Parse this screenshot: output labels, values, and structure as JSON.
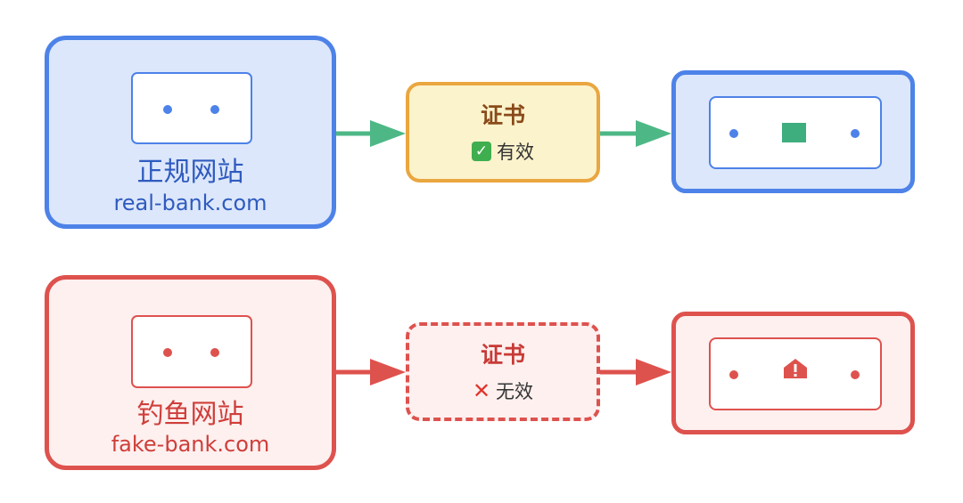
{
  "colors": {
    "legit_border": "#4d82e8",
    "legit_fill": "#dce7fb",
    "phish_border": "#de524e",
    "phish_fill": "#fdf0ef",
    "valid_cert_border": "#eaa63f",
    "valid_cert_fill": "#fbf3cc",
    "green_arrow": "#4db886",
    "red_arrow": "#de524e",
    "secure_square": "#3fae7f"
  },
  "legit_flow": {
    "site": {
      "name": "正规网站",
      "url": "real-bank.com",
      "icon": "device-icon"
    },
    "certificate": {
      "title": "证书",
      "status_icon": "check-mark-icon",
      "status": "有效"
    },
    "browser": {
      "indicator_icon": "secure-square-icon"
    }
  },
  "phish_flow": {
    "site": {
      "name": "钓鱼网站",
      "url": "fake-bank.com",
      "icon": "device-icon"
    },
    "certificate": {
      "title": "证书",
      "status_icon": "cross-mark-icon",
      "status": "无效"
    },
    "browser": {
      "indicator_icon": "warning-icon"
    }
  }
}
